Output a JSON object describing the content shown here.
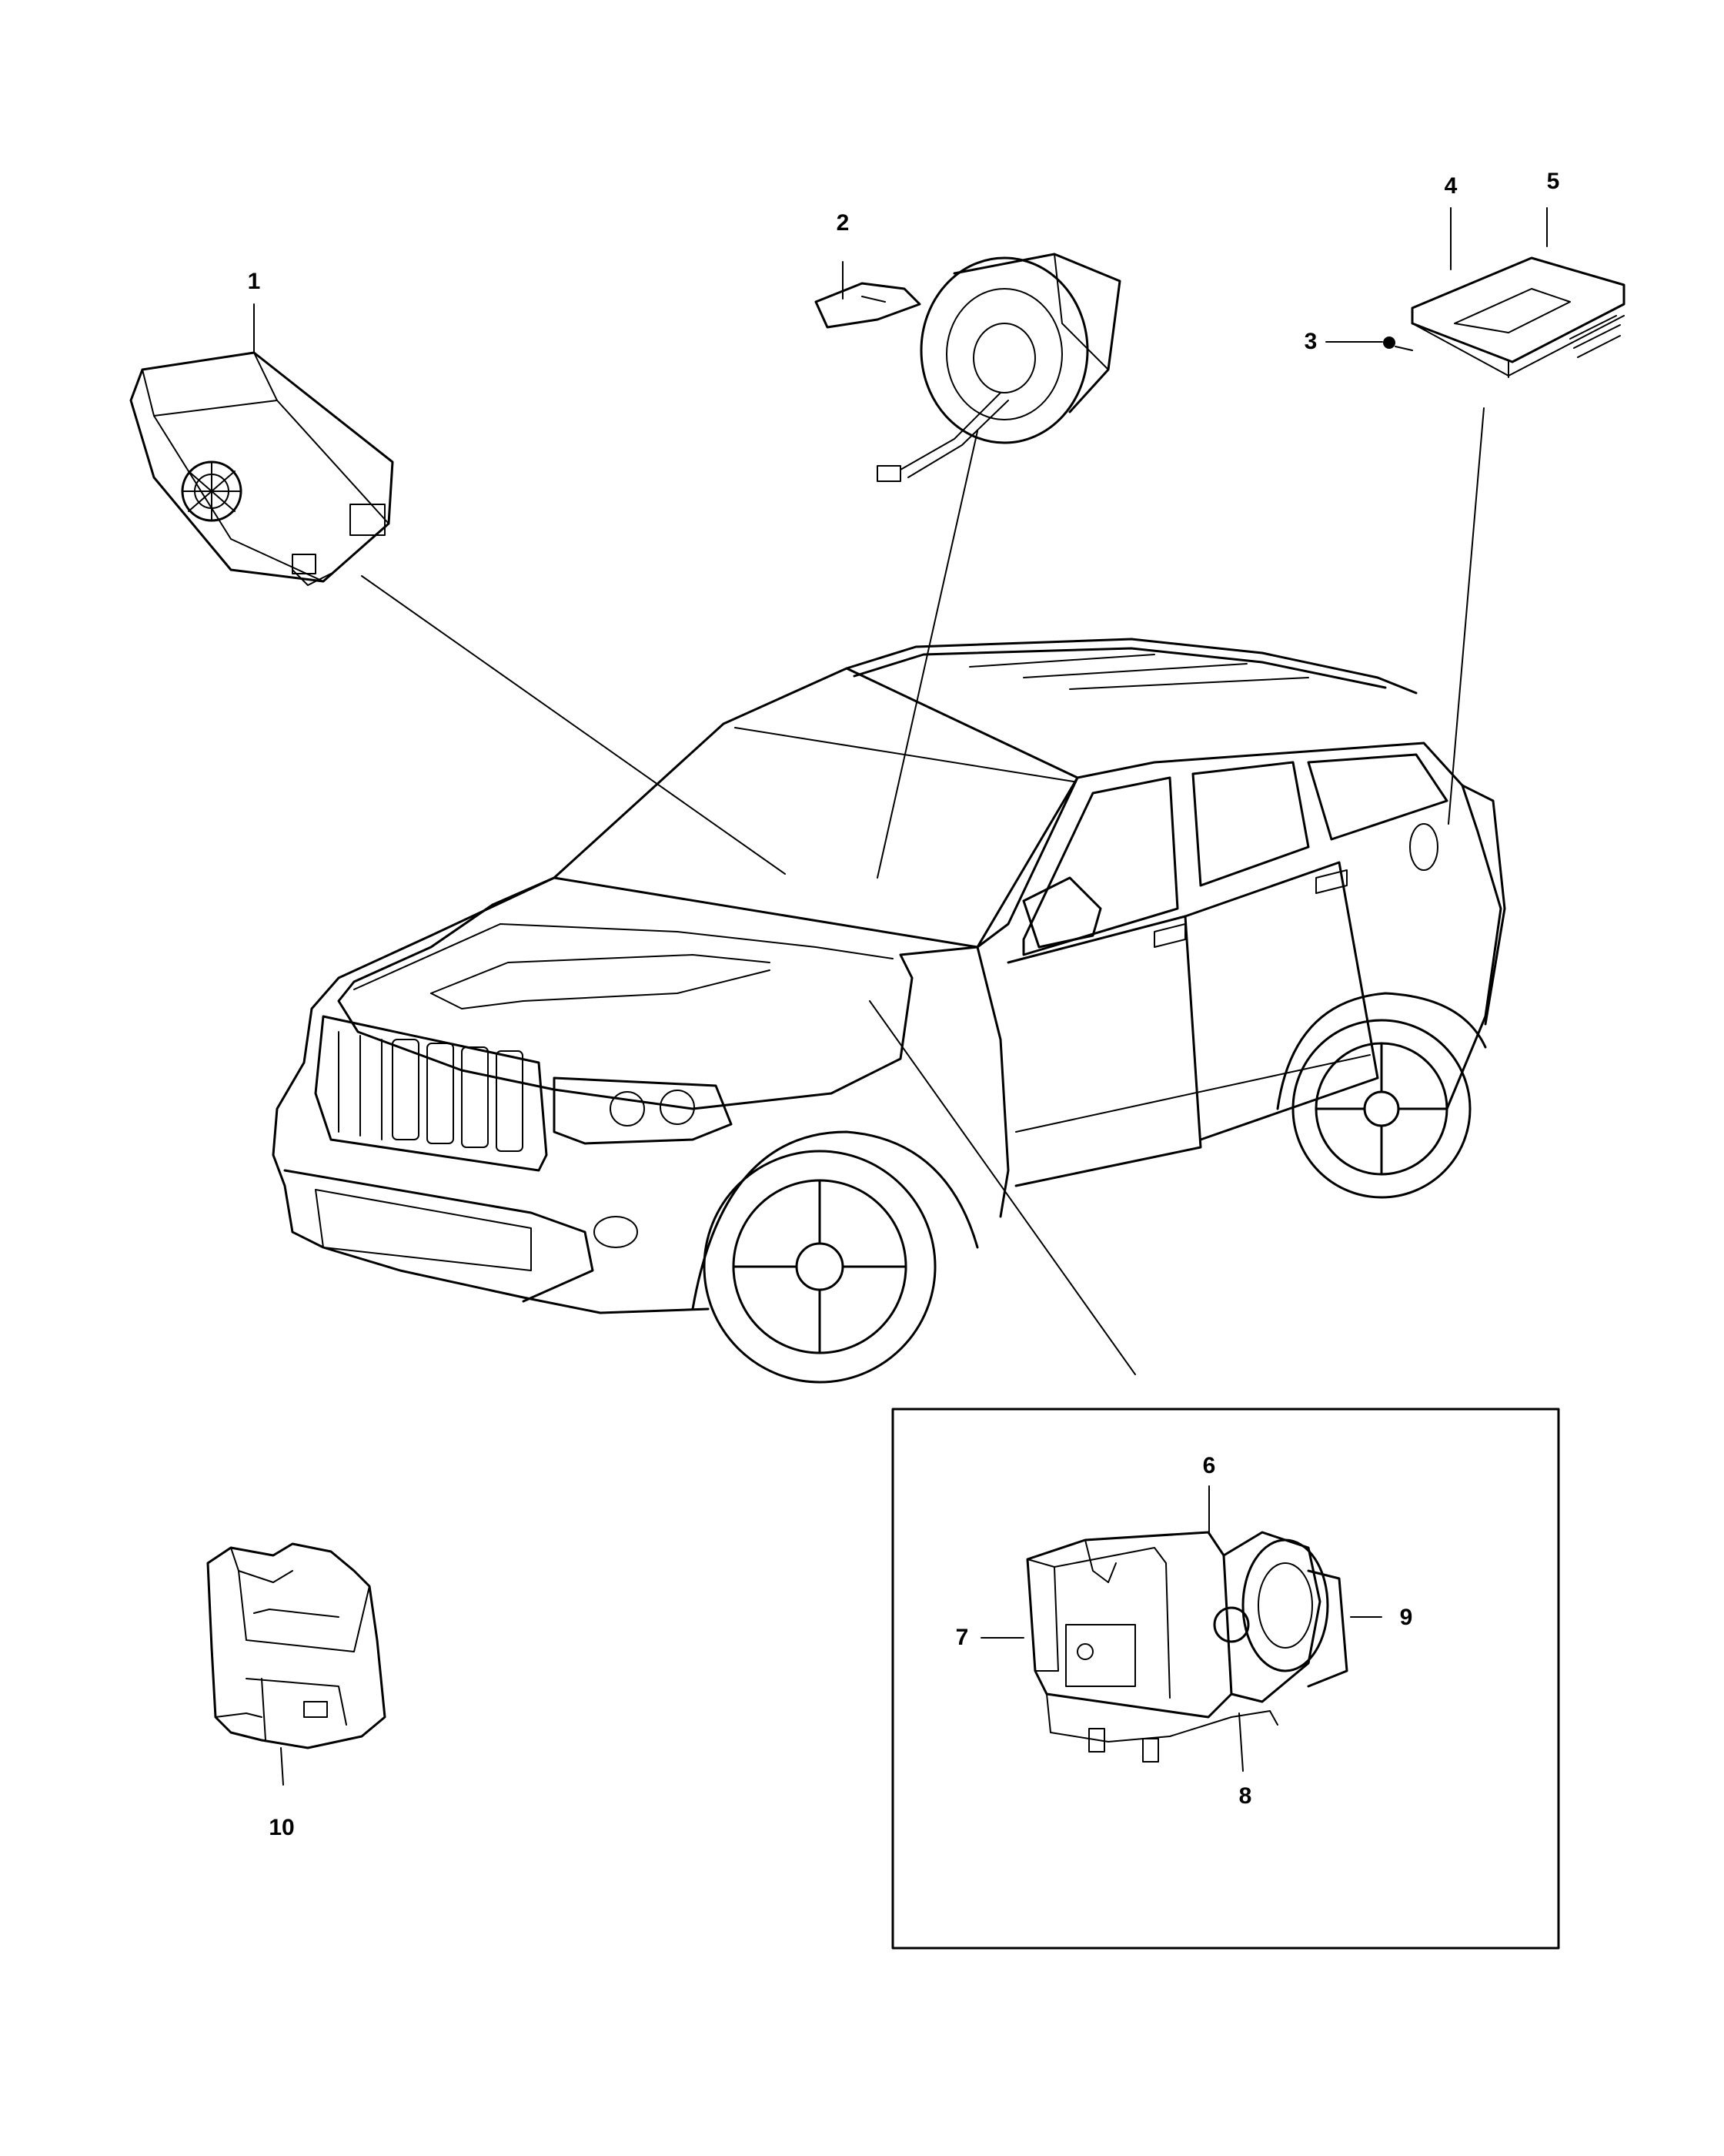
{
  "callouts": {
    "c1": "1",
    "c2": "2",
    "c3": "3",
    "c4": "4",
    "c5": "5",
    "c6": "6",
    "c7": "7",
    "c8": "8",
    "c9": "9",
    "c10": "10"
  },
  "colors": {
    "line": "#000000",
    "background": "#ffffff"
  },
  "icons": {
    "vehicle": "suv-vehicle-icon",
    "module_1": "control-module-icon",
    "module_2": "clockspring-switch-icon",
    "module_4": "electronic-module-icon",
    "module_6": "abs-hydraulic-unit-icon",
    "module_10": "mounting-bracket-icon"
  }
}
